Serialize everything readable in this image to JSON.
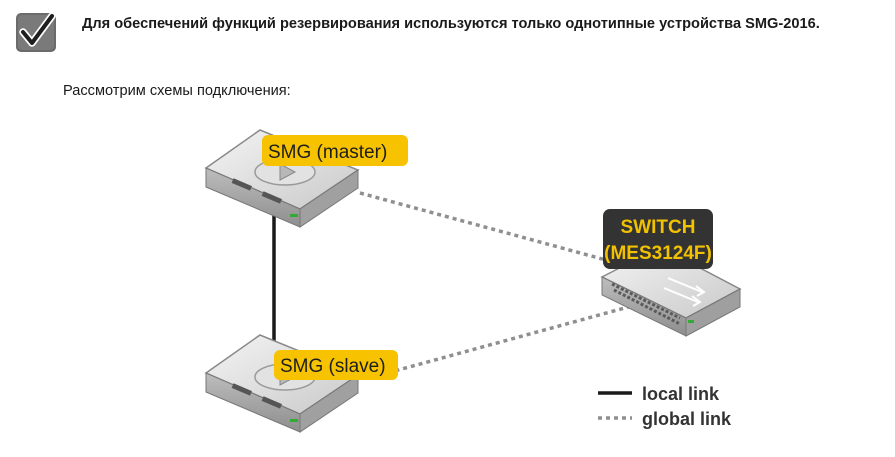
{
  "note": {
    "text": "Для обеспечений функций резервирования используются только однотипные устройства SMG-2016.",
    "icon": "checkmark-icon"
  },
  "intro": "Рассмотрим схемы подключения:",
  "diagram": {
    "nodes": {
      "master": {
        "label": "SMG (master)"
      },
      "slave": {
        "label": "SMG (slave)"
      },
      "switch": {
        "label_line1": "SWITCH",
        "label_line2": "(MES3124F)"
      }
    },
    "links": [
      {
        "from": "master",
        "to": "slave",
        "type": "local"
      },
      {
        "from": "master",
        "to": "switch",
        "type": "global"
      },
      {
        "from": "slave",
        "to": "switch",
        "type": "global"
      }
    ],
    "legend": {
      "local": "local link",
      "global": "global link"
    },
    "colors": {
      "label_bg": "#f7c300",
      "switch_label_bg": "#333333",
      "switch_label_text": "#f2c200",
      "device_body": "#d7d7d7",
      "link_local": "#1a1a1a",
      "link_global": "#8f8f8f"
    }
  }
}
